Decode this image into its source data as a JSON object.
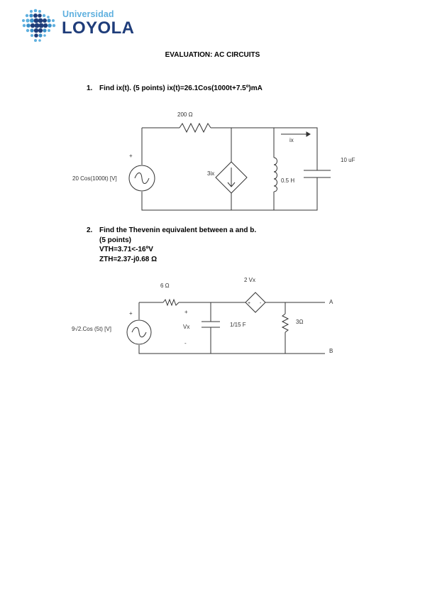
{
  "logo": {
    "line1": "Universidad",
    "line2": "LOYOLA",
    "colors": {
      "light": "#5fb0df",
      "dark": "#1f3d7a"
    }
  },
  "title": "EVALUATION: AC CIRCUITS",
  "question1": {
    "number": "1.",
    "text": "Find ix(t).  (5 points) ix(t)=26.1Cos(1000t+7.5º)mA",
    "circuit": {
      "resistor_label": "200  Ω",
      "current_label": "ix",
      "capacitor_label": "10 uF",
      "dependent_source_label": "3ix",
      "inductor_label": "0.5 H",
      "source_label": "20 Cos(1000t) [V]",
      "plus_sign": "+"
    }
  },
  "question2": {
    "number": "2.",
    "line1": "Find the Thevenin equivalent between a and b.",
    "line2": "(5 points)",
    "line3": "VTH=3.71<-16ºV",
    "line4": "ZTH=2.37-j0.68 Ω",
    "circuit": {
      "resistor_label": "6 Ω",
      "dependent_source_label": "2 Vx",
      "terminal_a": "A",
      "terminal_b": "B",
      "resistor2_label": "3Ω",
      "capacitor_label": "1/15 F",
      "vx_label": "Vx",
      "vx_plus": "+",
      "vx_minus": "-",
      "source_label": "9√2.Cos (5t) [V]",
      "plus_sign": "+",
      "dep_plus": "+",
      "dep_minus": "-"
    }
  }
}
